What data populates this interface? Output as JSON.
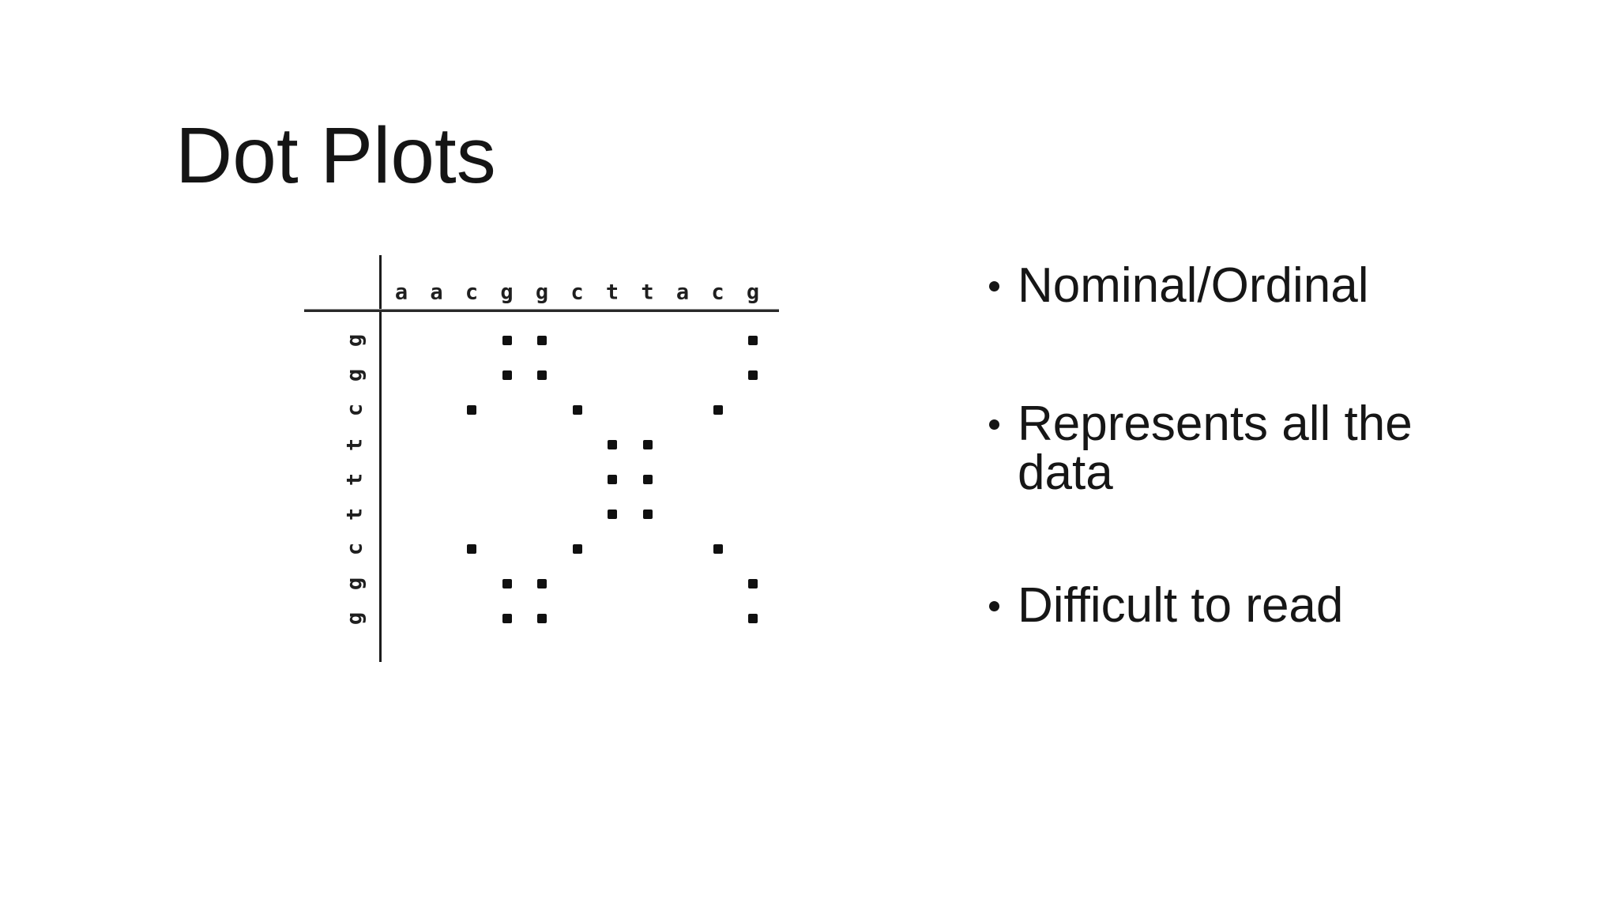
{
  "slide": {
    "title": "Dot Plots",
    "background_color": "#ffffff",
    "text_color": "#161616"
  },
  "bullets": {
    "marker": "•",
    "items": [
      {
        "text": "Nominal/Ordinal"
      },
      {
        "text": "Represents all the\ndata"
      },
      {
        "text": "Difficult to read"
      }
    ]
  },
  "chart_data": {
    "type": "scatter",
    "subtype": "sequence-comparison-dot-plot",
    "title": "",
    "xlabel": "",
    "ylabel": "",
    "x_sequence": [
      "a",
      "a",
      "c",
      "g",
      "g",
      "c",
      "t",
      "t",
      "a",
      "c",
      "g"
    ],
    "y_sequence": [
      "g",
      "g",
      "c",
      "t",
      "t",
      "t",
      "c",
      "g",
      "g"
    ],
    "rule": "dot plotted at (row, col) where y_sequence[row] equals x_sequence[col]",
    "points_row_col": [
      [
        0,
        3
      ],
      [
        0,
        4
      ],
      [
        0,
        10
      ],
      [
        1,
        3
      ],
      [
        1,
        4
      ],
      [
        1,
        10
      ],
      [
        2,
        2
      ],
      [
        2,
        5
      ],
      [
        2,
        9
      ],
      [
        3,
        6
      ],
      [
        3,
        7
      ],
      [
        4,
        6
      ],
      [
        4,
        7
      ],
      [
        5,
        6
      ],
      [
        5,
        7
      ],
      [
        6,
        2
      ],
      [
        6,
        5
      ],
      [
        6,
        9
      ],
      [
        7,
        3
      ],
      [
        7,
        4
      ],
      [
        7,
        10
      ],
      [
        8,
        3
      ],
      [
        8,
        4
      ],
      [
        8,
        10
      ]
    ],
    "dot_color": "#101010",
    "axis_color": "#1c1c1c",
    "grid": false,
    "legend": "none",
    "y_labels_rotated_degrees": -90
  }
}
